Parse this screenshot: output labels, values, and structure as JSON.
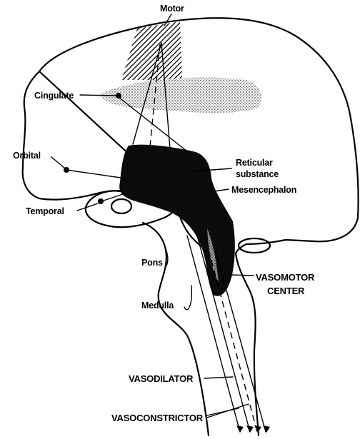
{
  "labels": {
    "motor": "Motor",
    "cingulate": "Cingulate",
    "orbital": "Orbital",
    "temporal": "Temporal",
    "reticular_1": "Reticular",
    "reticular_2": "substance",
    "mesencephalon": "Mesencephalon",
    "pons": "Pons",
    "medulla": "Medulla",
    "vasomotor_1": "VASOMOTOR",
    "vasomotor_2": "CENTER",
    "vasodilator": "VASODILATOR",
    "vasoconstrictor": "VASOCONSTRICTOR"
  }
}
